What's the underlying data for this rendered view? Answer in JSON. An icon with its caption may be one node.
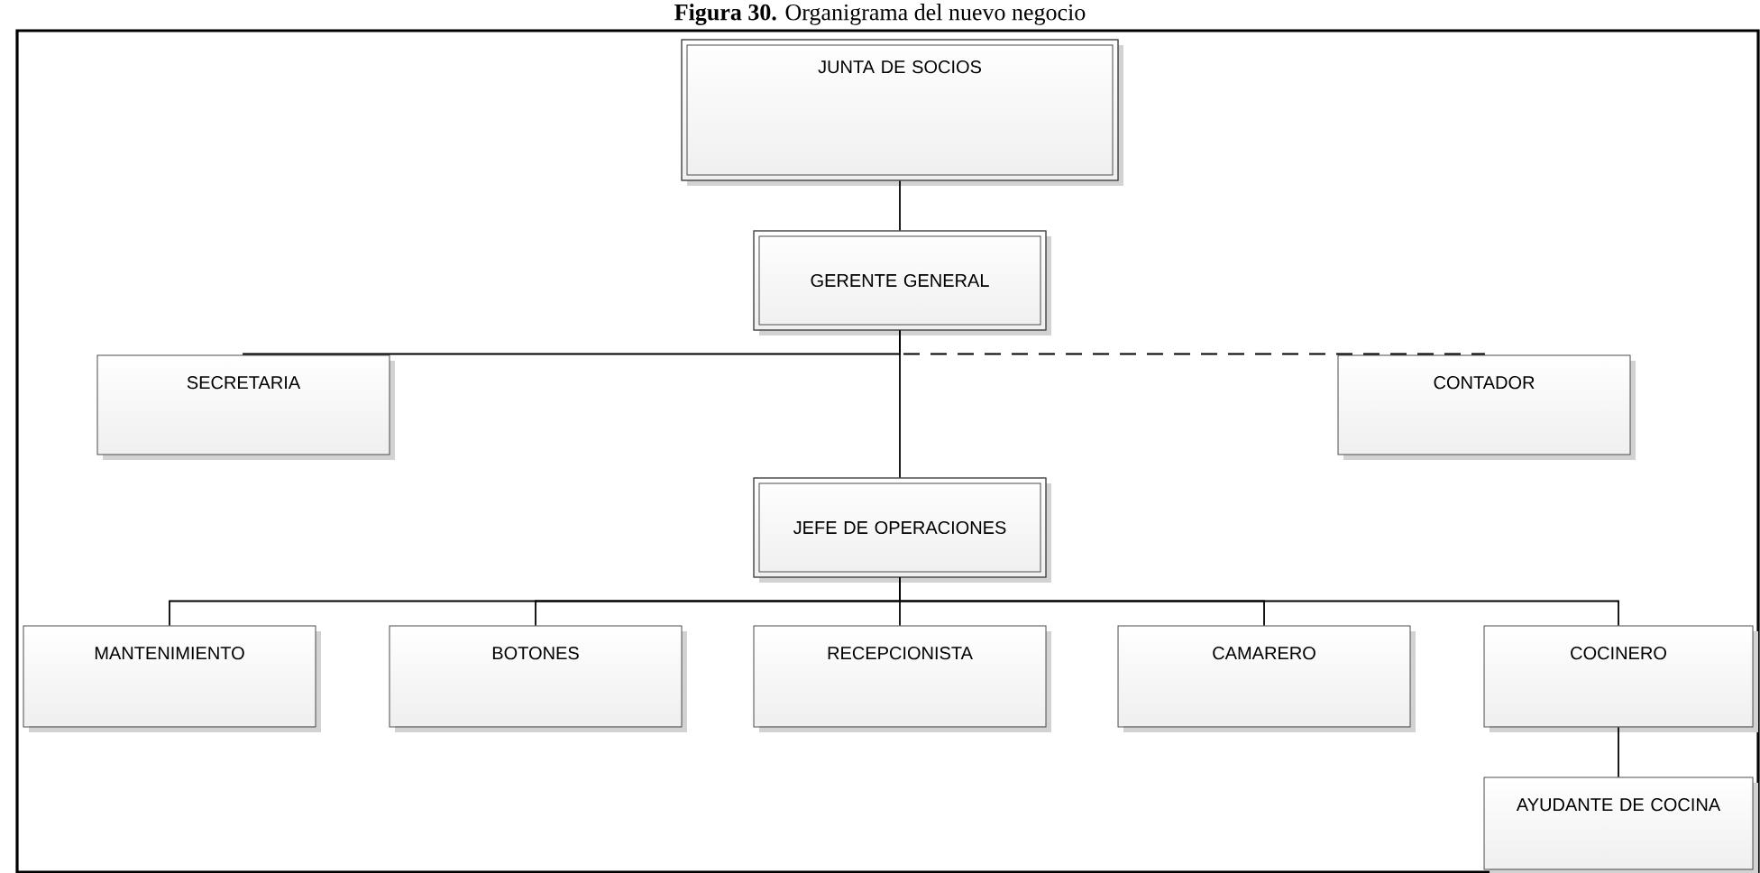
{
  "diagram": {
    "title": "**Figura 30.** Organigrama del nuevo negocio",
    "nodes": [
      {
        "text": [
          "JUNTA DE SOCIOS"
        ]
      },
      {
        "text": [
          "GERENTE GENERAL"
        ]
      },
      {
        "text": [
          "SECRETARIA"
        ]
      },
      {
        "text": [
          "CONTADOR"
        ]
      },
      {
        "text": [
          "JEFE DE OPERACIONES"
        ]
      },
      {
        "text": [
          "MANTENIMIENTO"
        ]
      },
      {
        "text": [
          "BOTONES"
        ]
      },
      {
        "text": [
          "RECEPCIONISTA"
        ]
      },
      {
        "text": [
          "CAMARERO"
        ]
      },
      {
        "text": [
          "COCINERO"
        ]
      },
      {
        "text": [
          "AYUDANTE DE COCINA"
        ]
      }
    ],
    "edges": [
      {
        "from": 0,
        "to": 1,
        "arrow": "none"
      },
      {
        "from": 1,
        "to": 2,
        "arrow": "none"
      },
      {
        "from": 1,
        "to": 3,
        "arrow": "none",
        "style": "dashed"
      },
      {
        "from": 1,
        "to": 4,
        "arrow": "none"
      },
      {
        "from": 4,
        "to": 5,
        "arrow": "none"
      },
      {
        "from": 4,
        "to": 6,
        "arrow": "none"
      },
      {
        "from": 4,
        "to": 7,
        "arrow": "none"
      },
      {
        "from": 4,
        "to": 8,
        "arrow": "none"
      },
      {
        "from": 4,
        "to": 9,
        "arrow": "none"
      },
      {
        "from": 9,
        "to": 10,
        "arrow": "none"
      }
    ]
  }
}
